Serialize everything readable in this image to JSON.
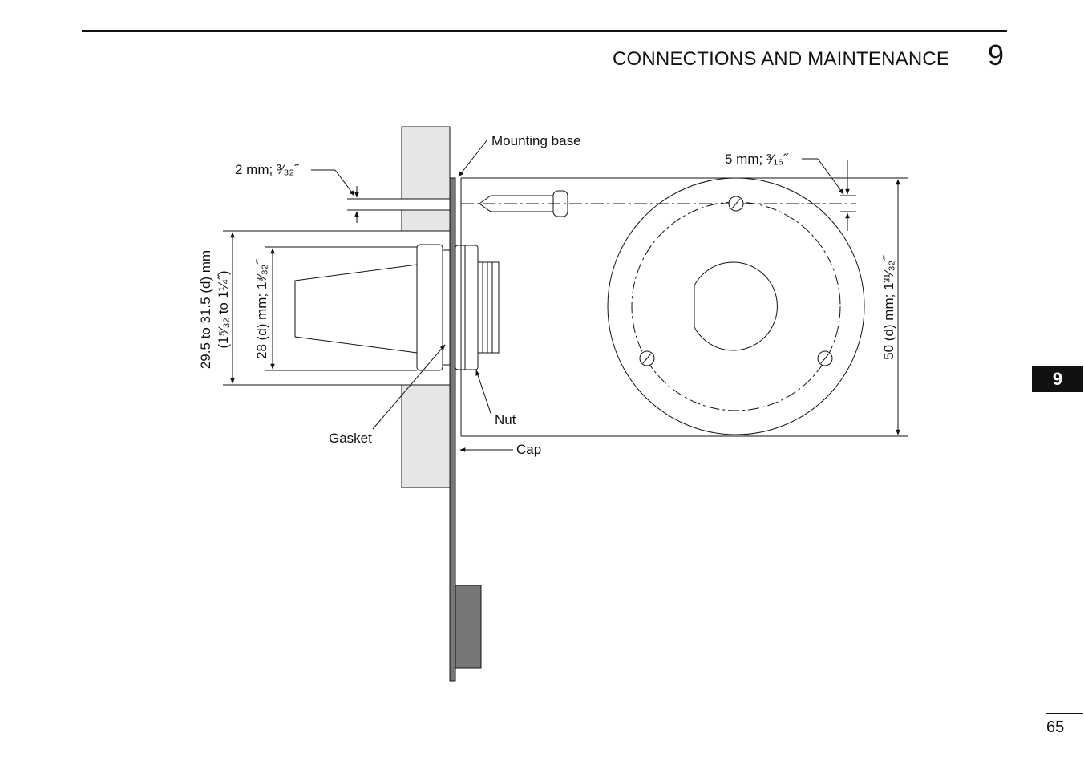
{
  "header": {
    "section_title": "CONNECTIONS AND MAINTENANCE",
    "chapter_number": "9"
  },
  "side_tab": {
    "label": "9"
  },
  "footer": {
    "page_number": "65"
  },
  "diagram": {
    "labels": {
      "mounting_base": "Mounting base",
      "gasket": "Gasket",
      "nut": "Nut",
      "cap": "Cap"
    },
    "dimensions": {
      "panel_thickness": "2 mm; ³⁄₃₂˝",
      "screw_hole": "5 mm; ³⁄₁₆˝",
      "hole_range_line1": "29.5 to 31.5 (d) mm",
      "hole_range_line2": "(1⁵⁄₃₂ to 1¼˝)",
      "body_diameter": "28 (d) mm; 1³⁄₃₂˝",
      "base_diameter": "50 (d) mm; 1³¹⁄₃₂˝"
    }
  }
}
